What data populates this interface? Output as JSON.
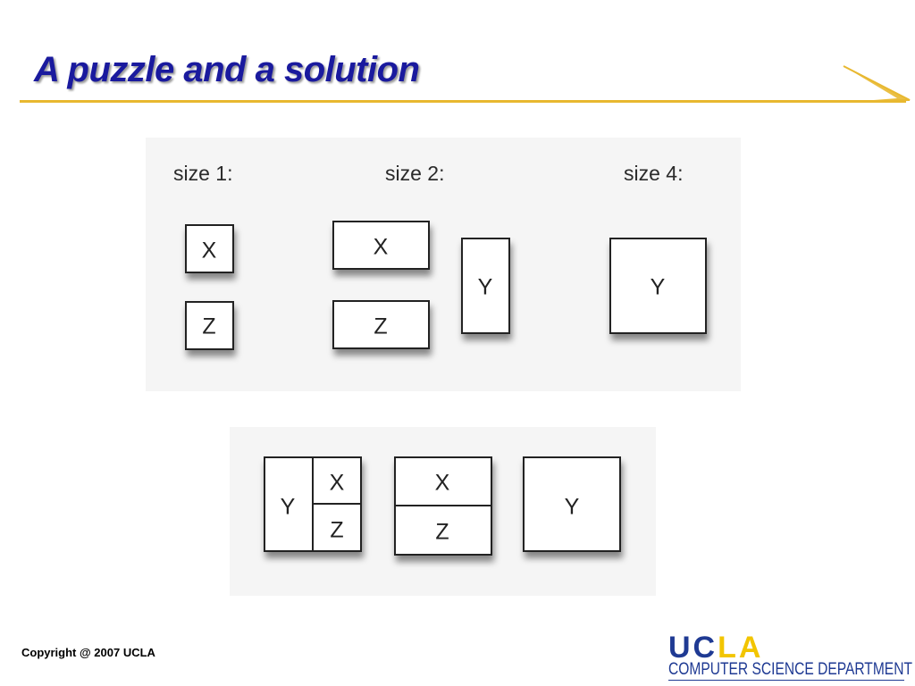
{
  "slide": {
    "title": "A puzzle and a solution",
    "footer_copyright": "Copyright @ 2007 UCLA",
    "logo": {
      "uc": "UC",
      "la": "LA"
    },
    "department": "COMPUTER SCIENCE DEPARTMENT",
    "colors": {
      "title": "#1a1a9e",
      "rule": "#e8b830",
      "logo_blue": "#1f3a93",
      "logo_gold": "#f2c500"
    }
  },
  "puzzle": {
    "labels": {
      "size1": "size 1:",
      "size2": "size 2:",
      "size4": "size 4:"
    },
    "size1": {
      "top": "X",
      "bottom": "Z"
    },
    "size2": {
      "top": "X",
      "bottom": "Z",
      "tall": "Y"
    },
    "size4": {
      "square": "Y"
    }
  },
  "solution": {
    "first": {
      "left": "Y",
      "top_right": "X",
      "bottom_right": "Z"
    },
    "second": {
      "top": "X",
      "bottom": "Z"
    },
    "third": {
      "square": "Y"
    }
  }
}
